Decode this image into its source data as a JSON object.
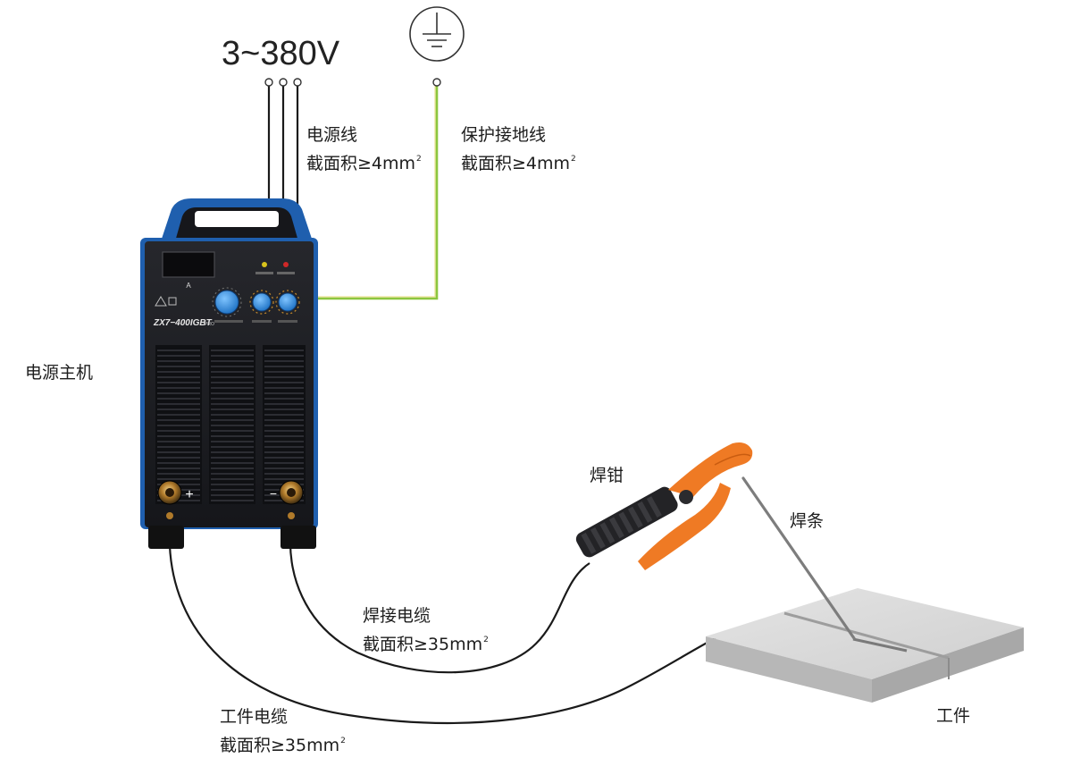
{
  "power": {
    "voltage": "3~380V",
    "cable_name": "电源线",
    "cable_spec": "截面积≥4mm",
    "cable_sup": "2"
  },
  "ground": {
    "cable_name": "保护接地线",
    "cable_spec": "截面积≥4mm",
    "cable_sup": "2",
    "symbol_icon": "ground-symbol-icon"
  },
  "machine": {
    "label": "电源主机",
    "model": "ZX7−400IGBT",
    "model_suffix": "PRO",
    "display_unit": "A",
    "terminal_plus": "+",
    "terminal_minus": "−",
    "body_color": "#1b1c20",
    "accent_color": "#1f5fae"
  },
  "holder": {
    "label": "焊钳",
    "jaw_color": "#ef7a24"
  },
  "electrode": {
    "label": "焊条"
  },
  "welding_cable": {
    "name": "焊接电缆",
    "spec": "截面积≥35mm",
    "sup": "2"
  },
  "work_cable": {
    "name": "工件电缆",
    "spec": "截面积≥35mm",
    "sup": "2"
  },
  "workpiece": {
    "label": "工件"
  },
  "colors": {
    "ground_wire": "#8cc63f",
    "power_wire": "#1a1a1a"
  }
}
